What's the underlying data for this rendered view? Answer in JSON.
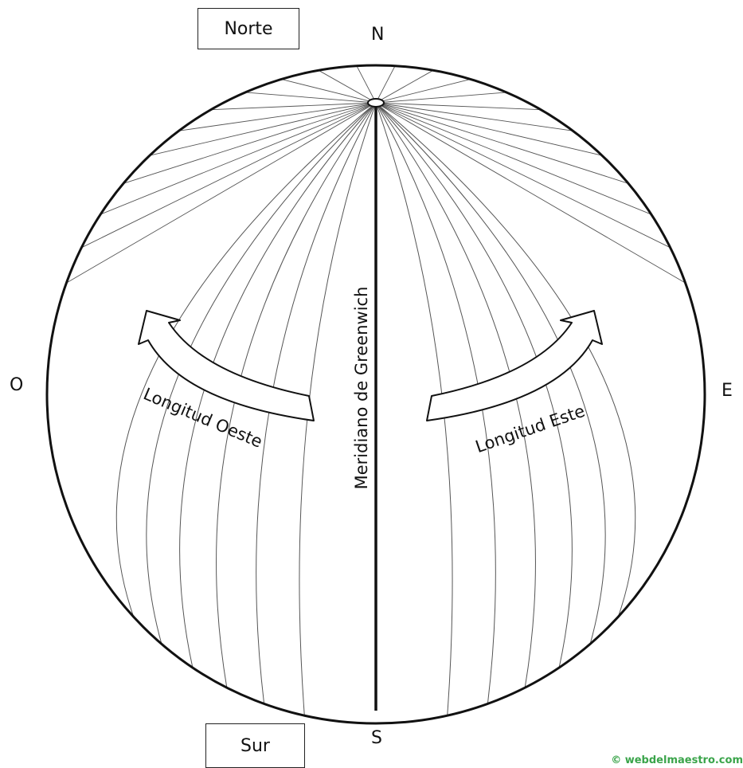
{
  "labels": {
    "north_box": "Norte",
    "south_box": "Sur",
    "north": "N",
    "south": "S",
    "west": "O",
    "east": "E",
    "meridian": "Meridiano de Greenwich",
    "west_longitude": "Longitud Oeste",
    "east_longitude": "Longitud Este"
  },
  "credit": "© webdelmaestro.com",
  "colors": {
    "outline": "#111111",
    "meridian_lines": "#555555",
    "credit": "#3aa44a"
  },
  "icons": {
    "west_arrow": "curved-arrow-left-icon",
    "east_arrow": "curved-arrow-right-icon"
  }
}
